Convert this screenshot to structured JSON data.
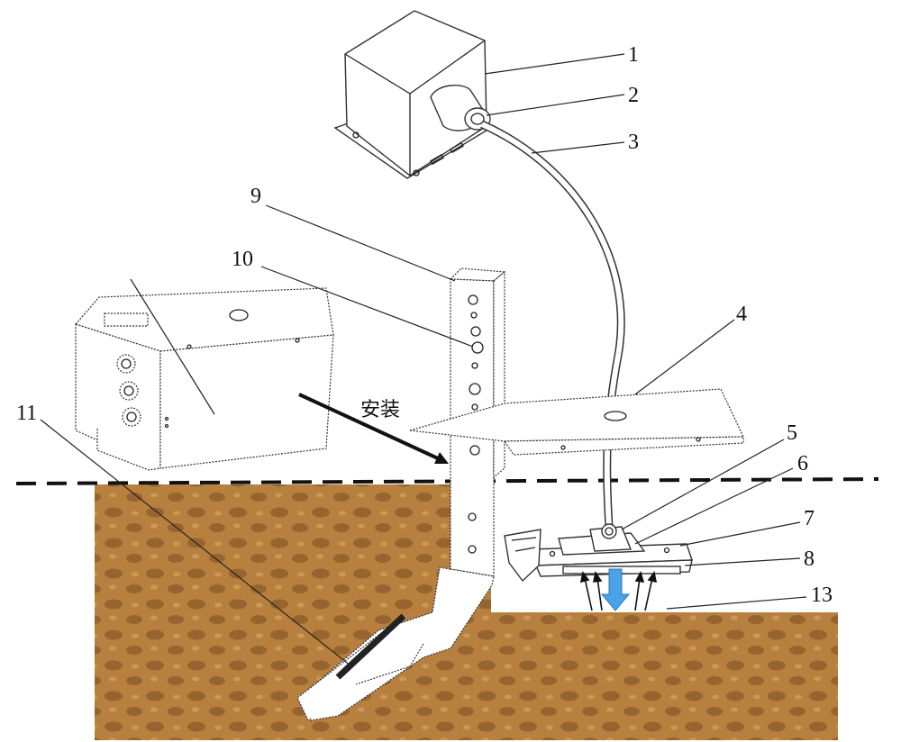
{
  "labels": {
    "l1": "1",
    "l2": "2",
    "l3": "3",
    "l4": "4",
    "l5": "5",
    "l6": "6",
    "l7": "7",
    "l8": "8",
    "l9": "9",
    "l10": "10",
    "l11": "11",
    "l13": "13"
  },
  "install_text": "安装",
  "colors": {
    "soil": "#b27a3c",
    "soil_dark": "#8c5a26",
    "arrow_blue": "#4aa3e8",
    "line": "#222222"
  }
}
